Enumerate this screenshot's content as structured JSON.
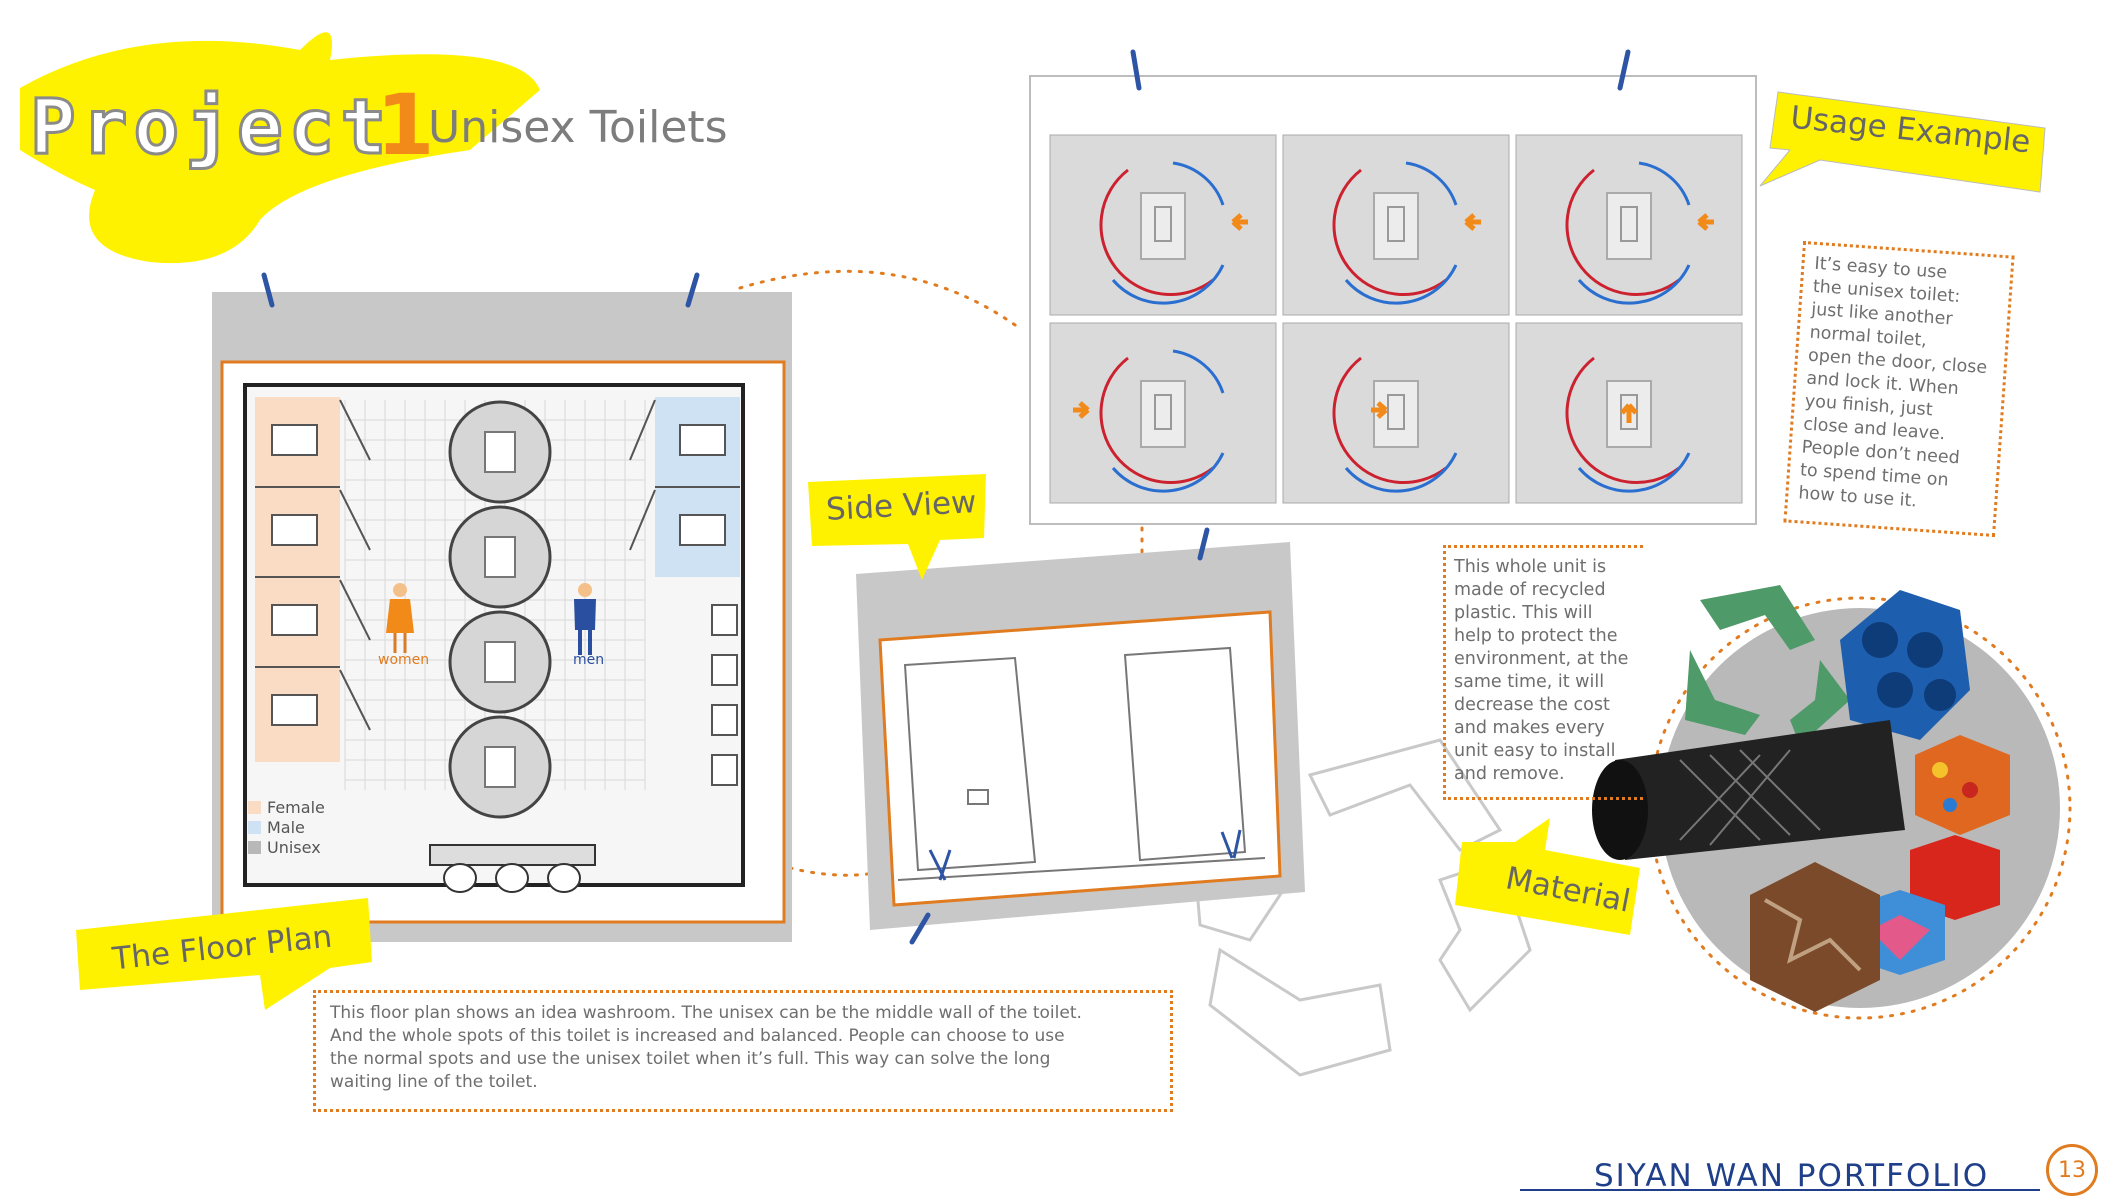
{
  "header": {
    "project_word": "Project",
    "project_number": "1",
    "subtitle": "Unisex Toilets"
  },
  "sections": {
    "usage_example": "Usage Example",
    "side_view": "Side View",
    "floor_plan": "The Floor Plan",
    "material": "Material"
  },
  "floor_plan": {
    "women_label": "women",
    "men_label": "men",
    "legend": [
      {
        "label": "Female",
        "color": "#f9dcc3"
      },
      {
        "label": "Male",
        "color": "#cfe2f3"
      },
      {
        "label": "Unisex",
        "color": "#b8b8b8"
      }
    ]
  },
  "notes": {
    "usage_lines": [
      "It’s easy to use",
      "the unisex toilet:",
      "just like another",
      "normal toilet,",
      "open the door, close",
      "and lock it. When",
      "you finish, just",
      "close and leave.",
      "People don’t need",
      "to spend time on",
      "how to use it."
    ],
    "material_lines": [
      "This whole unit is",
      "made of recycled",
      "plastic. This will",
      "help to protect the",
      "environment, at the",
      "same time, it will",
      "decrease the cost",
      "and makes every",
      "unit easy to install",
      "and remove."
    ],
    "floor_plan_lines": [
      "This floor plan shows an idea washroom. The unisex can be the middle wall of the toilet.",
      "And the whole spots of this toilet is increased and balanced. People can choose to use",
      "the normal spots and use the unisex toilet when it’s full. This way can solve the long",
      "waiting line of the toilet."
    ]
  },
  "footer": {
    "portfolio": "SIYAN WAN PORTFOLIO",
    "page_number": "13"
  },
  "colors": {
    "accent_yellow": "#fff200",
    "accent_orange": "#e07b20",
    "pin_blue": "#2e55a4",
    "panel_gray": "#c8c8c8"
  }
}
